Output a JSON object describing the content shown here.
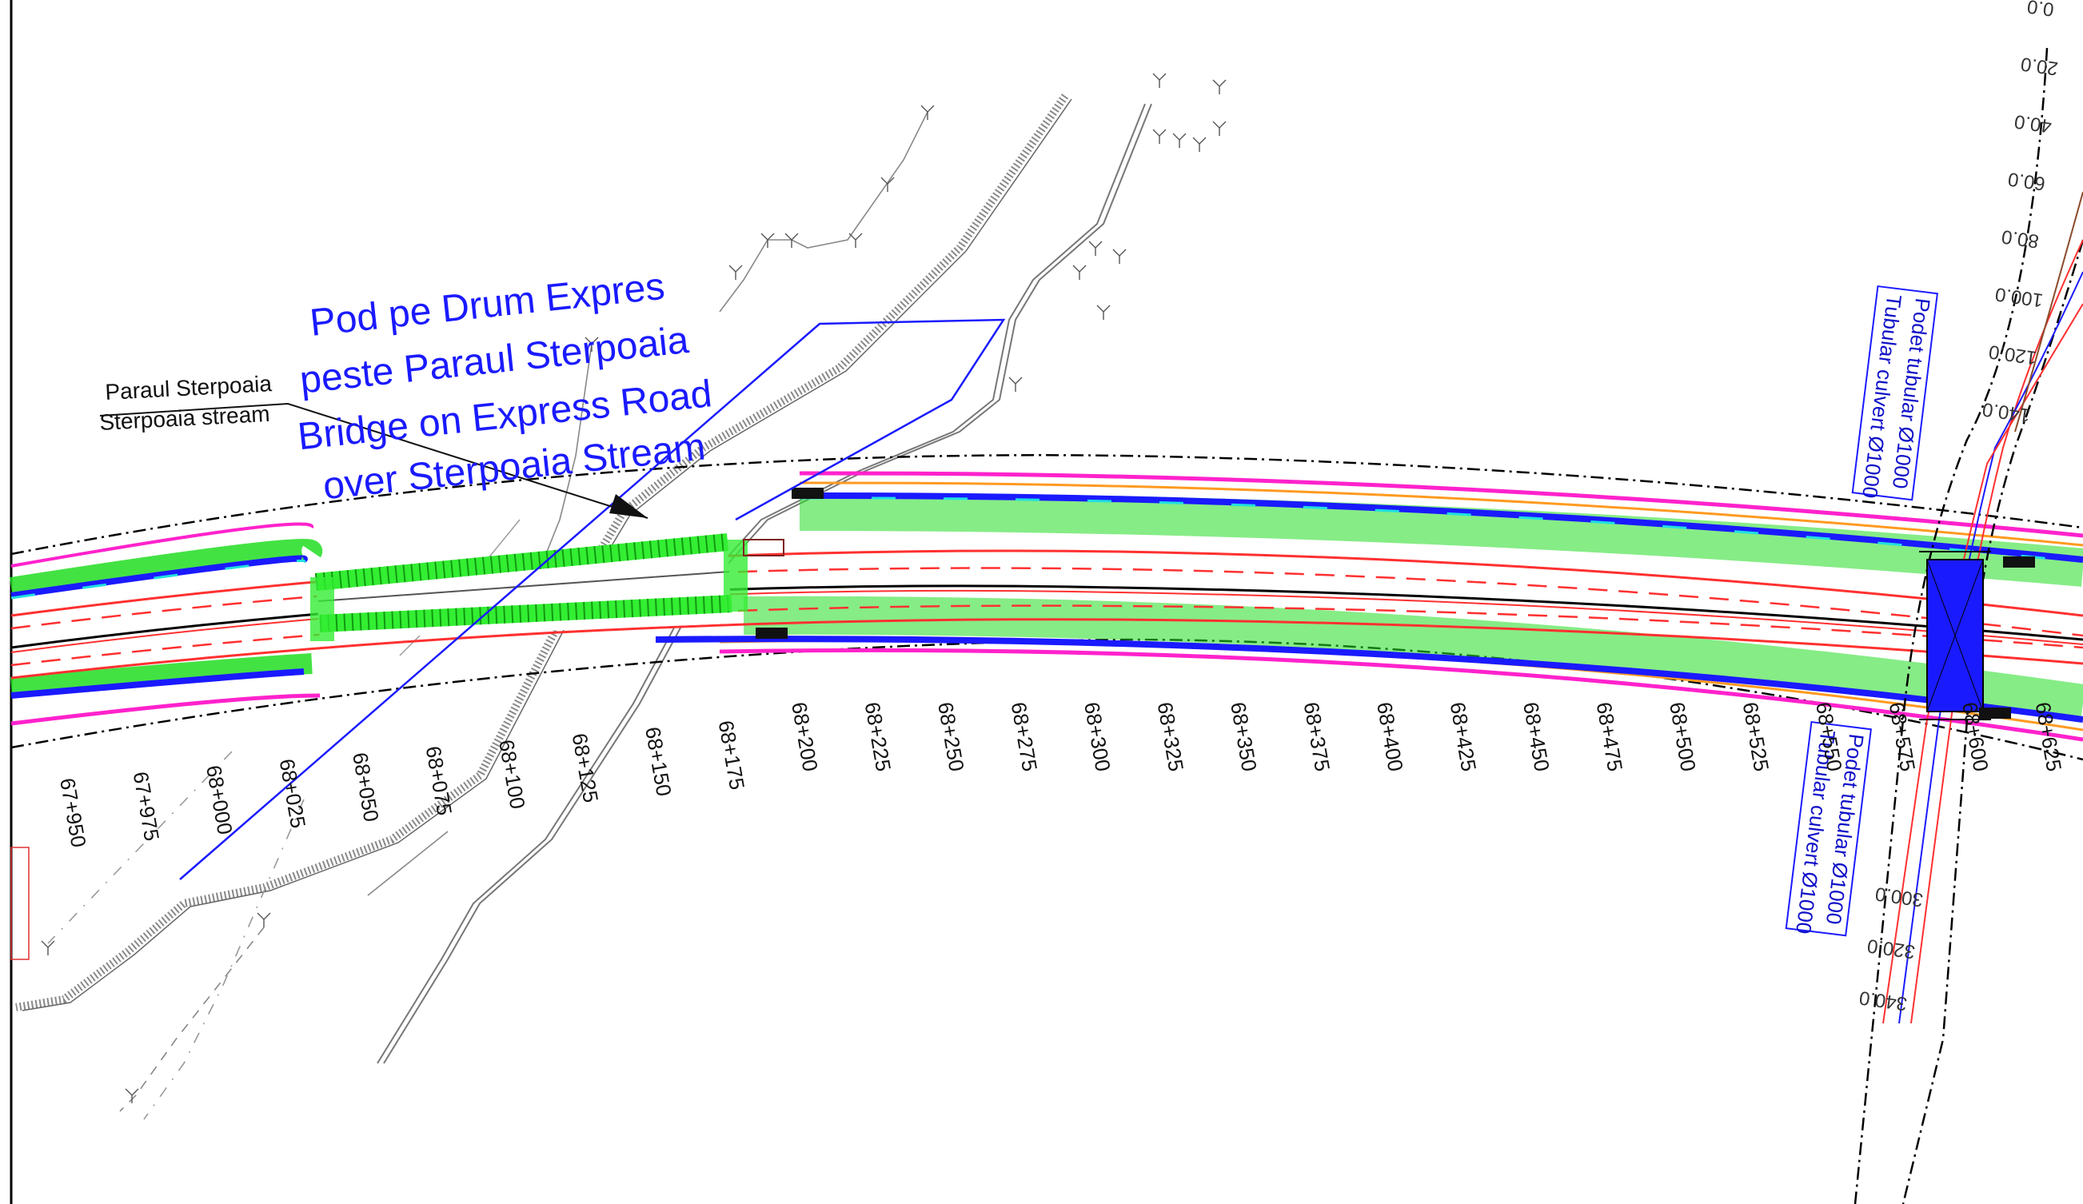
{
  "bridge_label": {
    "lines": [
      "Pod pe Drum Expres",
      "peste Paraul Sterpoaia",
      "Bridge on Express Road",
      "over Sterpoaia Stream"
    ],
    "color": "#1a1aff"
  },
  "stream_label": {
    "ro": "Paraul Sterpoaia",
    "en": "Sterpoaia stream"
  },
  "culvert_labels": [
    {
      "ro": "Podet tubular Ø1000",
      "en": "Tubular culvert Ø1000"
    },
    {
      "ro": "Podet tubular Ø1000",
      "en": "Tubular culvert Ø1000"
    }
  ],
  "chainages": [
    "67+950",
    "67+975",
    "68+000",
    "68+025",
    "68+050",
    "68+075",
    "68+100",
    "68+125",
    "68+150",
    "68+175",
    "68+200",
    "68+225",
    "68+250",
    "68+275",
    "68+300",
    "68+325",
    "68+350",
    "68+375",
    "68+400",
    "68+425",
    "68+450",
    "68+475",
    "68+500",
    "68+525",
    "68+550",
    "68+575",
    "68+600",
    "68+625"
  ],
  "crossroad_offsets_top": [
    "0.0",
    "20.0",
    "40.0",
    "60.0",
    "80.0",
    "100.0",
    "120.0",
    "140.0"
  ],
  "crossroad_offsets_bottom": [
    "300.0",
    "320.0",
    "340.0"
  ],
  "colors": {
    "pavement": "#ff3030",
    "centerline": "#000000",
    "drain": "#1a1aff",
    "slope": "#22dd22",
    "shoulder": "#ff22cc",
    "bridge_deck": "#33ee33",
    "culvert_box": "#1a1aff"
  }
}
